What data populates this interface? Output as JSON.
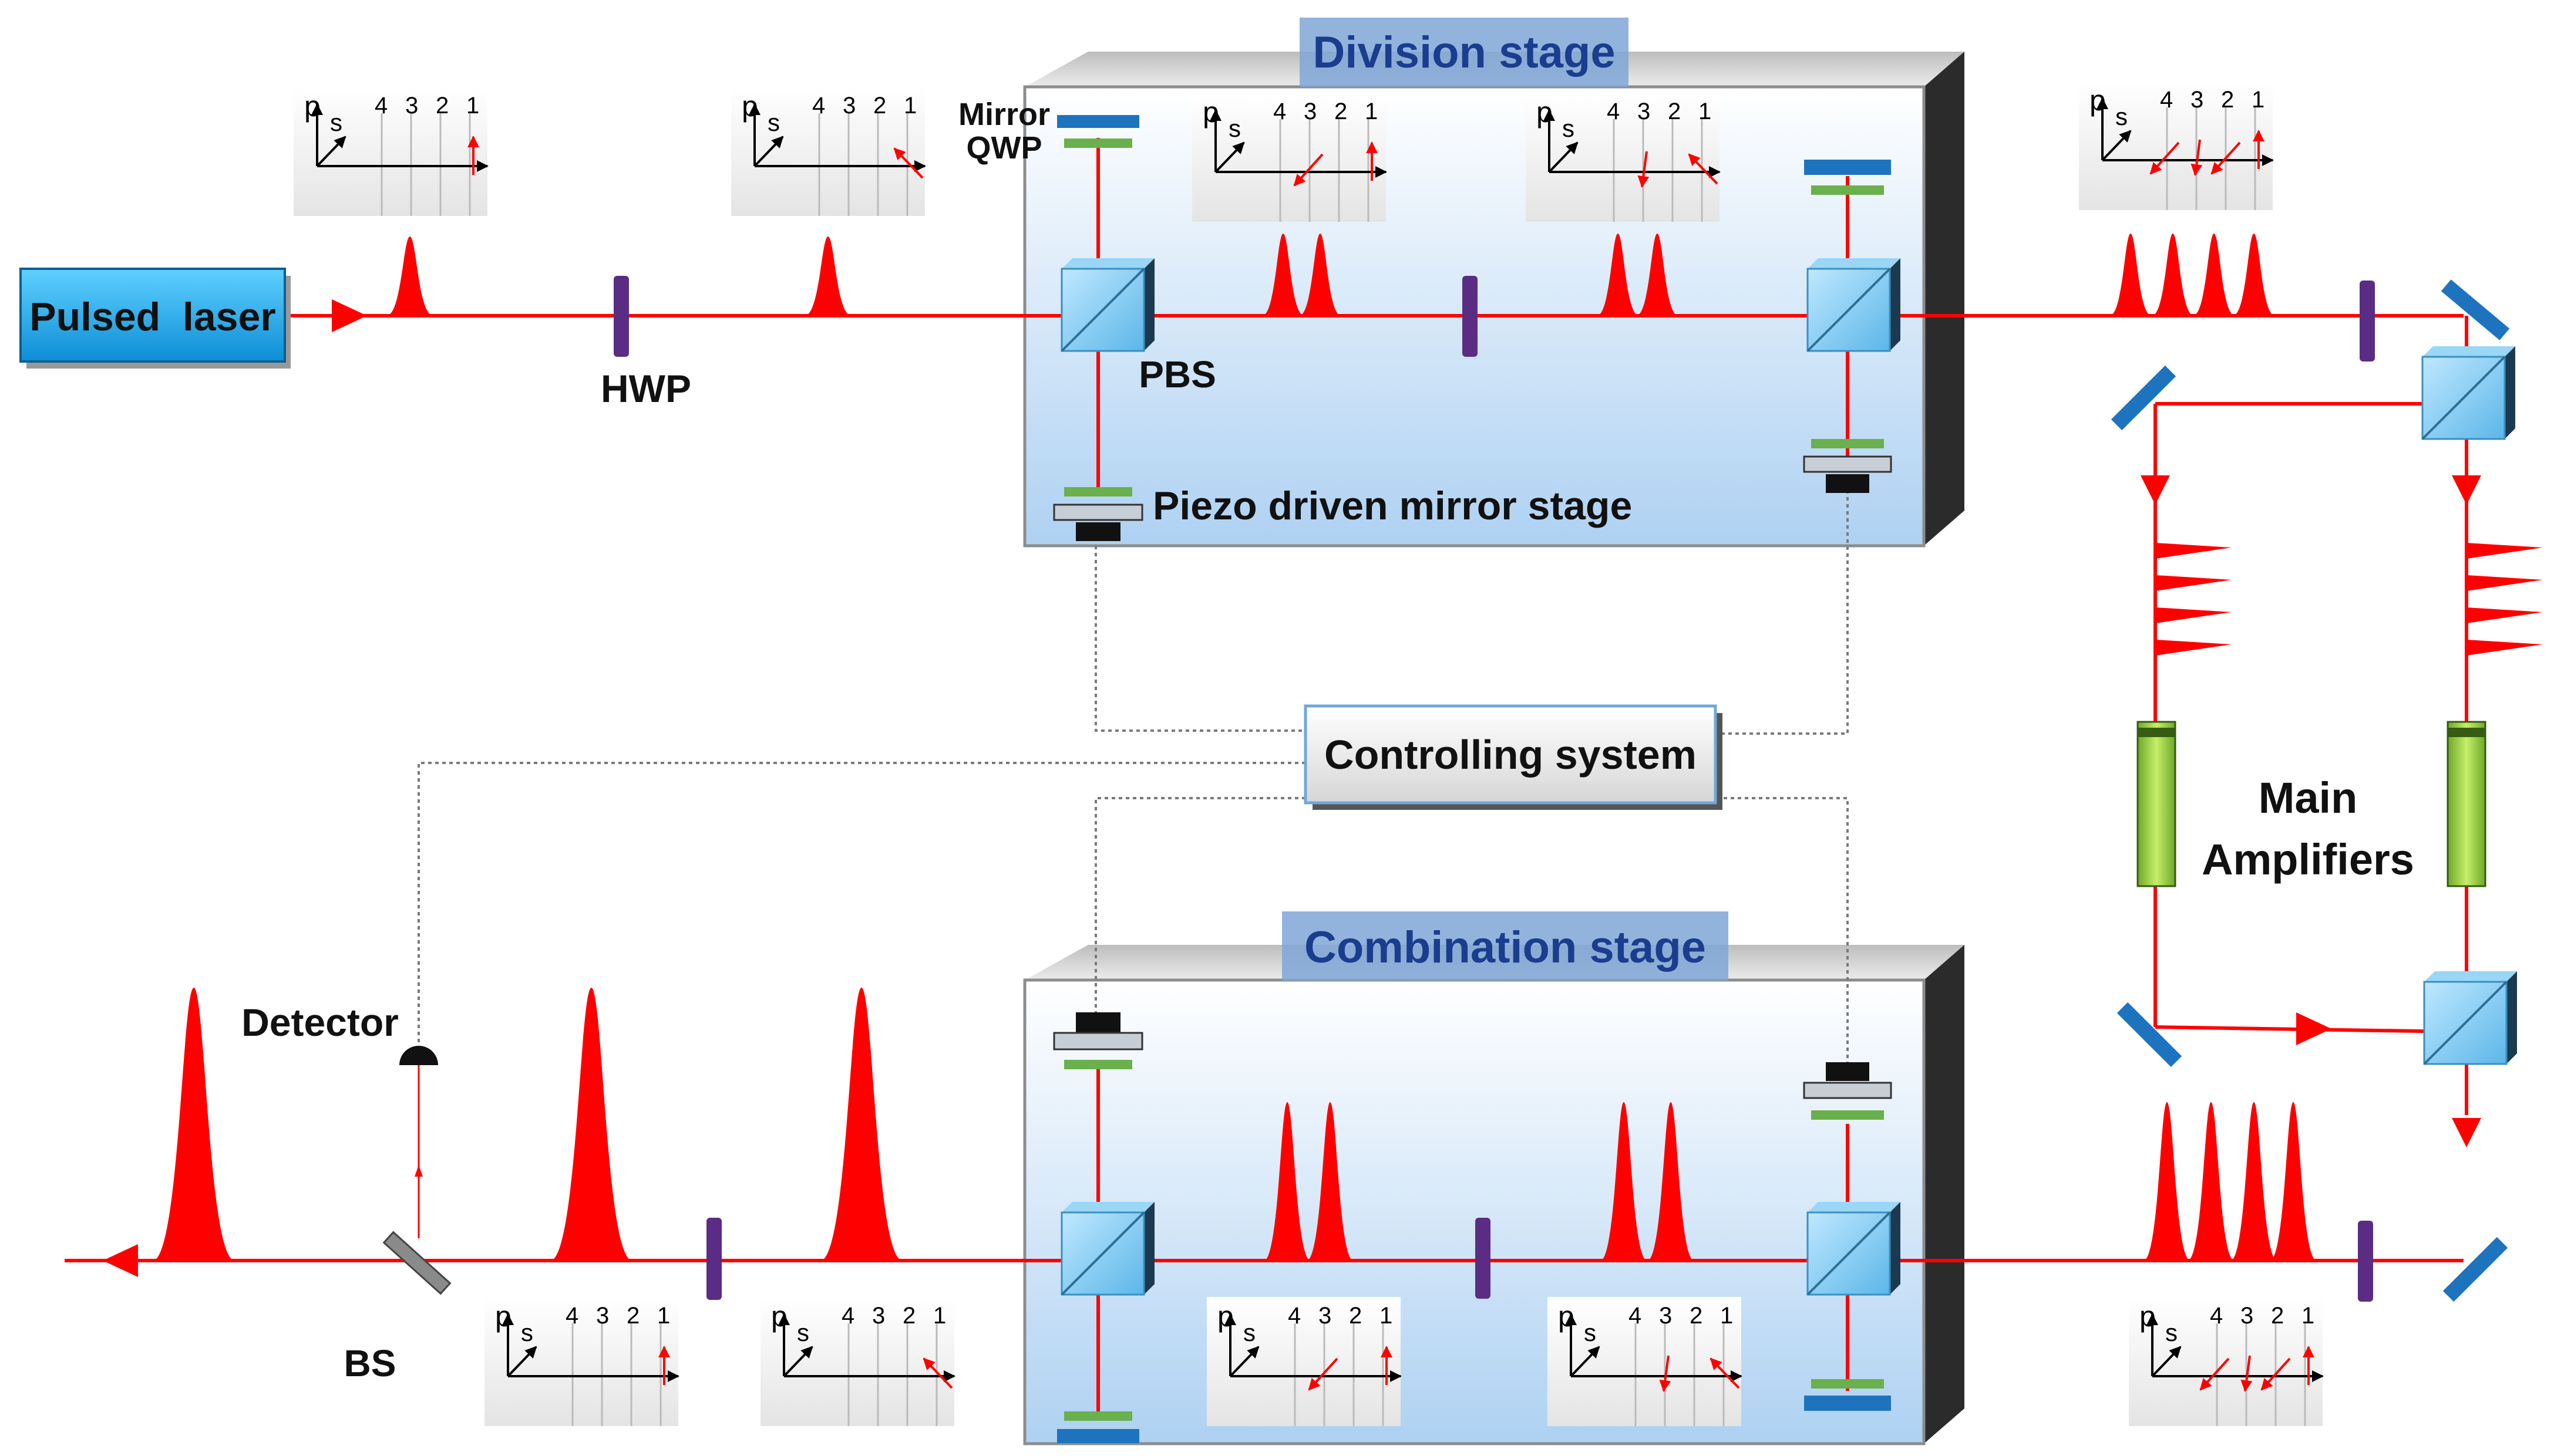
{
  "labels": {
    "pulsed_laser": "Pulsed  laser",
    "hwp": "HWP",
    "pbs": "PBS",
    "mirror": "Mirror",
    "qwp": "QWP",
    "piezo": "Piezo driven mirror stage",
    "division_stage": "Division stage",
    "combination_stage": "Combination stage",
    "controlling_system": "Controlling system",
    "main_amplifiers_line1": "Main",
    "main_amplifiers_line2": "Amplifiers",
    "detector": "Detector",
    "bs": "BS"
  },
  "inset_text": {
    "p": "p",
    "s": "s",
    "channels": [
      "4",
      "3",
      "2",
      "1"
    ]
  },
  "colors": {
    "beam": "#ff0000",
    "stage_border": "#8c8c8c",
    "stage_side": "#2b2b2b",
    "stage_title_bg": "#7fa7d6",
    "stage_title_text": "#1a3d8f",
    "laser_box": "#1ea6e6",
    "waveplate": "#5b2c83",
    "mirror_blue": "#1e73be",
    "qwp_green": "#6ab04c",
    "amplifier": "#9fd640"
  }
}
